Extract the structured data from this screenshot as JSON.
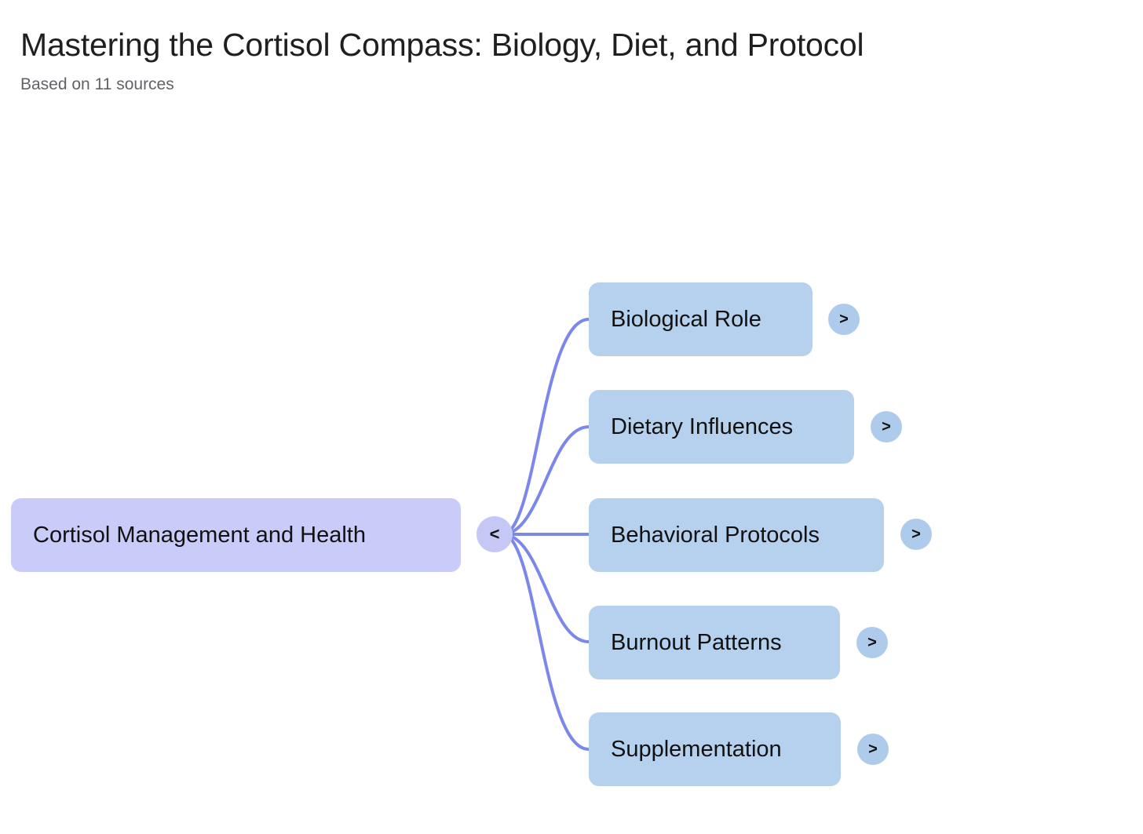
{
  "header": {
    "title": "Mastering the Cortisol Compass: Biology, Diet, and Protocol",
    "subtitle": "Based on 11 sources"
  },
  "mindmap": {
    "root": {
      "label": "Cortisol Management and Health",
      "collapse_toggle_label": "<",
      "fill": "#c9cbf8"
    },
    "edge_color": "#7b88ea",
    "branch_fill": "#b6d1ed",
    "expand_toggle_label": ">",
    "branches": [
      {
        "label": "Biological Role",
        "toggle": ">"
      },
      {
        "label": "Dietary Influences",
        "toggle": ">"
      },
      {
        "label": "Behavioral Protocols",
        "toggle": ">"
      },
      {
        "label": "Burnout Patterns",
        "toggle": ">"
      },
      {
        "label": "Supplementation",
        "toggle": ">"
      }
    ]
  }
}
